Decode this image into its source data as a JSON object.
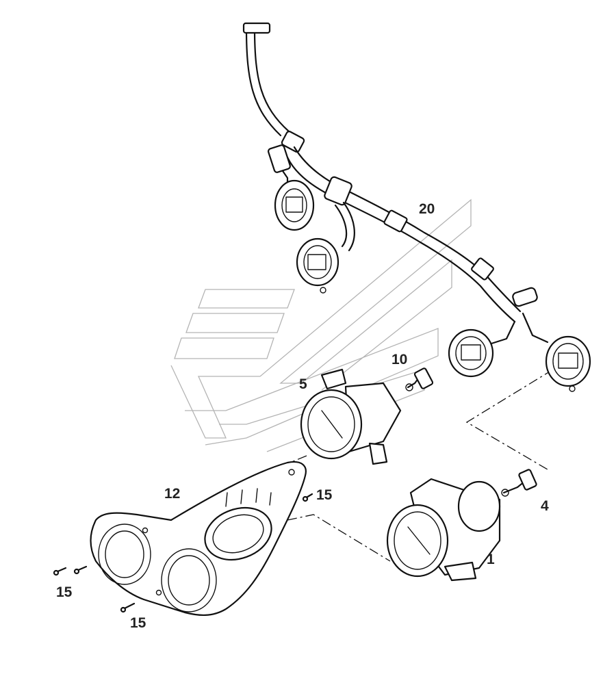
{
  "callouts": {
    "harness": "20",
    "bulb_upper": "10",
    "lamp_upper": "5",
    "bracket": "12",
    "screw_bracket_right": "15",
    "bulb_lower": "4",
    "lamp_lower": "1",
    "screw_left_pair": "15",
    "screw_bottom": "15"
  }
}
